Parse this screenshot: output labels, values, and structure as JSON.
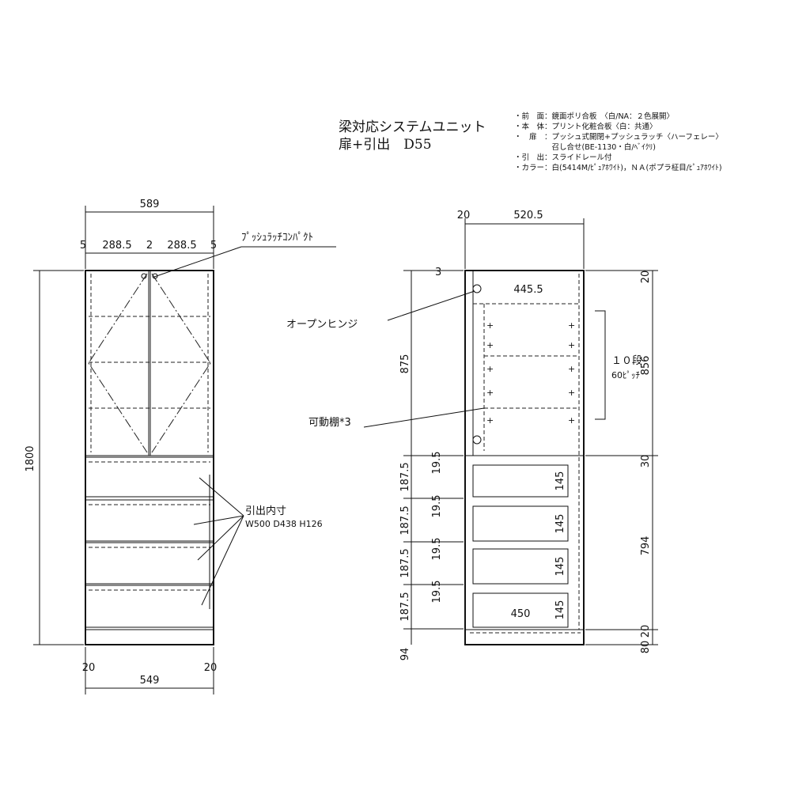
{
  "title": {
    "line1": "梁対応システムユニット",
    "line2": "扉+引出　D55"
  },
  "specs": [
    "・前　面：鏡面ポリ合板　〈白/NA：２色展開〉",
    "・本　体：プリント化粧合板〈白：共通〉",
    "・　扉　：プッシュ式開閉+プッシュラッチ〈ハーフェレー〉",
    "　　　　　召し合せ(BE-1130・白/ﾍﾞｲｸﾘ)",
    "・引　出：スライドレール付",
    "・カラー：白(5414M/ﾋﾟｭｱﾎﾜｲﾄ)，ＮＡ(ポプラ柾目/ﾋﾟｭｱﾎﾜｲﾄ)"
  ],
  "front": {
    "width_total": "589",
    "sub": [
      "5",
      "288.5",
      "2",
      "288.5",
      "5"
    ],
    "height": "1800",
    "bottom": [
      "20",
      "549",
      "20"
    ],
    "latch_label": "ﾌﾟｯｼｭﾗｯﾁｺﾝﾊﾟｸﾄ",
    "drawer_label1": "引出内寸",
    "drawer_label2": "W500 D438 H126"
  },
  "side": {
    "top": [
      "20",
      "520.5"
    ],
    "inner_depth": "445.5",
    "hinge_label": "オープンヒンジ",
    "shelf_label": "可動棚*3",
    "pitch_label1": "１０段",
    "pitch_label2": "60ﾋﾟｯﾁ",
    "left_dims": [
      "3",
      "875",
      "19.5",
      "187.5",
      "19.5",
      "187.5",
      "19.5",
      "187.5",
      "19.5",
      "187.5",
      "94"
    ],
    "drawer_heights": [
      "145",
      "145",
      "145",
      "145"
    ],
    "drawer_depth": "450",
    "right_dims": [
      "20",
      "856",
      "30",
      "794",
      "20",
      "80"
    ]
  }
}
